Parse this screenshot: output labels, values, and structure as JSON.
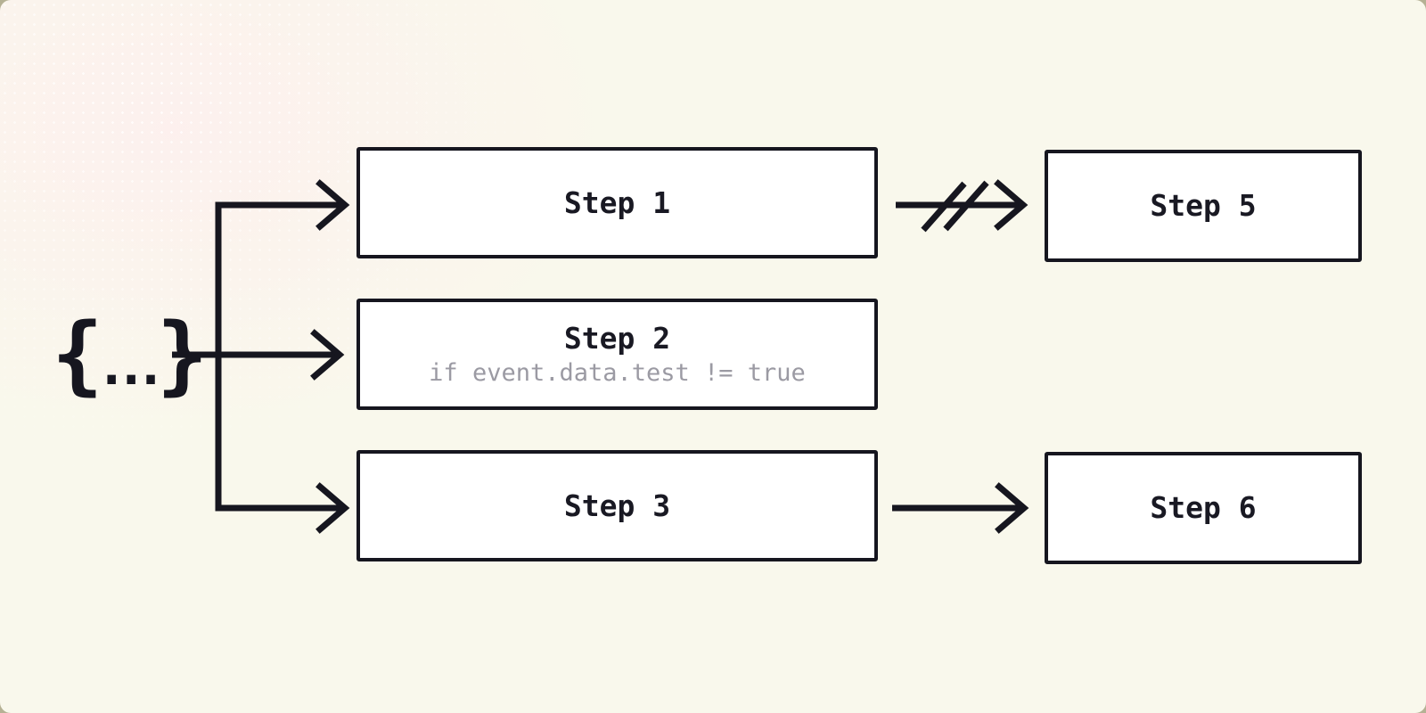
{
  "palette": {
    "canvas_background": "#f9f8ec",
    "canvas_tint": "#fdf0ee",
    "frame": "#b5b194",
    "stroke": "#16161f",
    "node_fill": "#ffffff",
    "title_color": "#191923",
    "condition_color": "#9b9aa3"
  },
  "source": {
    "open": "{",
    "dots": "...",
    "close": "}"
  },
  "nodes": [
    {
      "id": "step-1",
      "title": "Step 1"
    },
    {
      "id": "step-2",
      "title": "Step 2",
      "subtitle": "if event.data.test != true"
    },
    {
      "id": "step-3",
      "title": "Step 3"
    },
    {
      "id": "step-5",
      "title": "Step 5"
    },
    {
      "id": "step-6",
      "title": "Step 6"
    }
  ],
  "edges": [
    {
      "from": "source",
      "to": "step-1",
      "type": "arrow"
    },
    {
      "from": "source",
      "to": "step-2",
      "type": "arrow"
    },
    {
      "from": "source",
      "to": "step-3",
      "type": "arrow"
    },
    {
      "from": "step-1",
      "to": "step-5",
      "type": "broken-arrow"
    },
    {
      "from": "step-3",
      "to": "step-6",
      "type": "arrow"
    }
  ]
}
